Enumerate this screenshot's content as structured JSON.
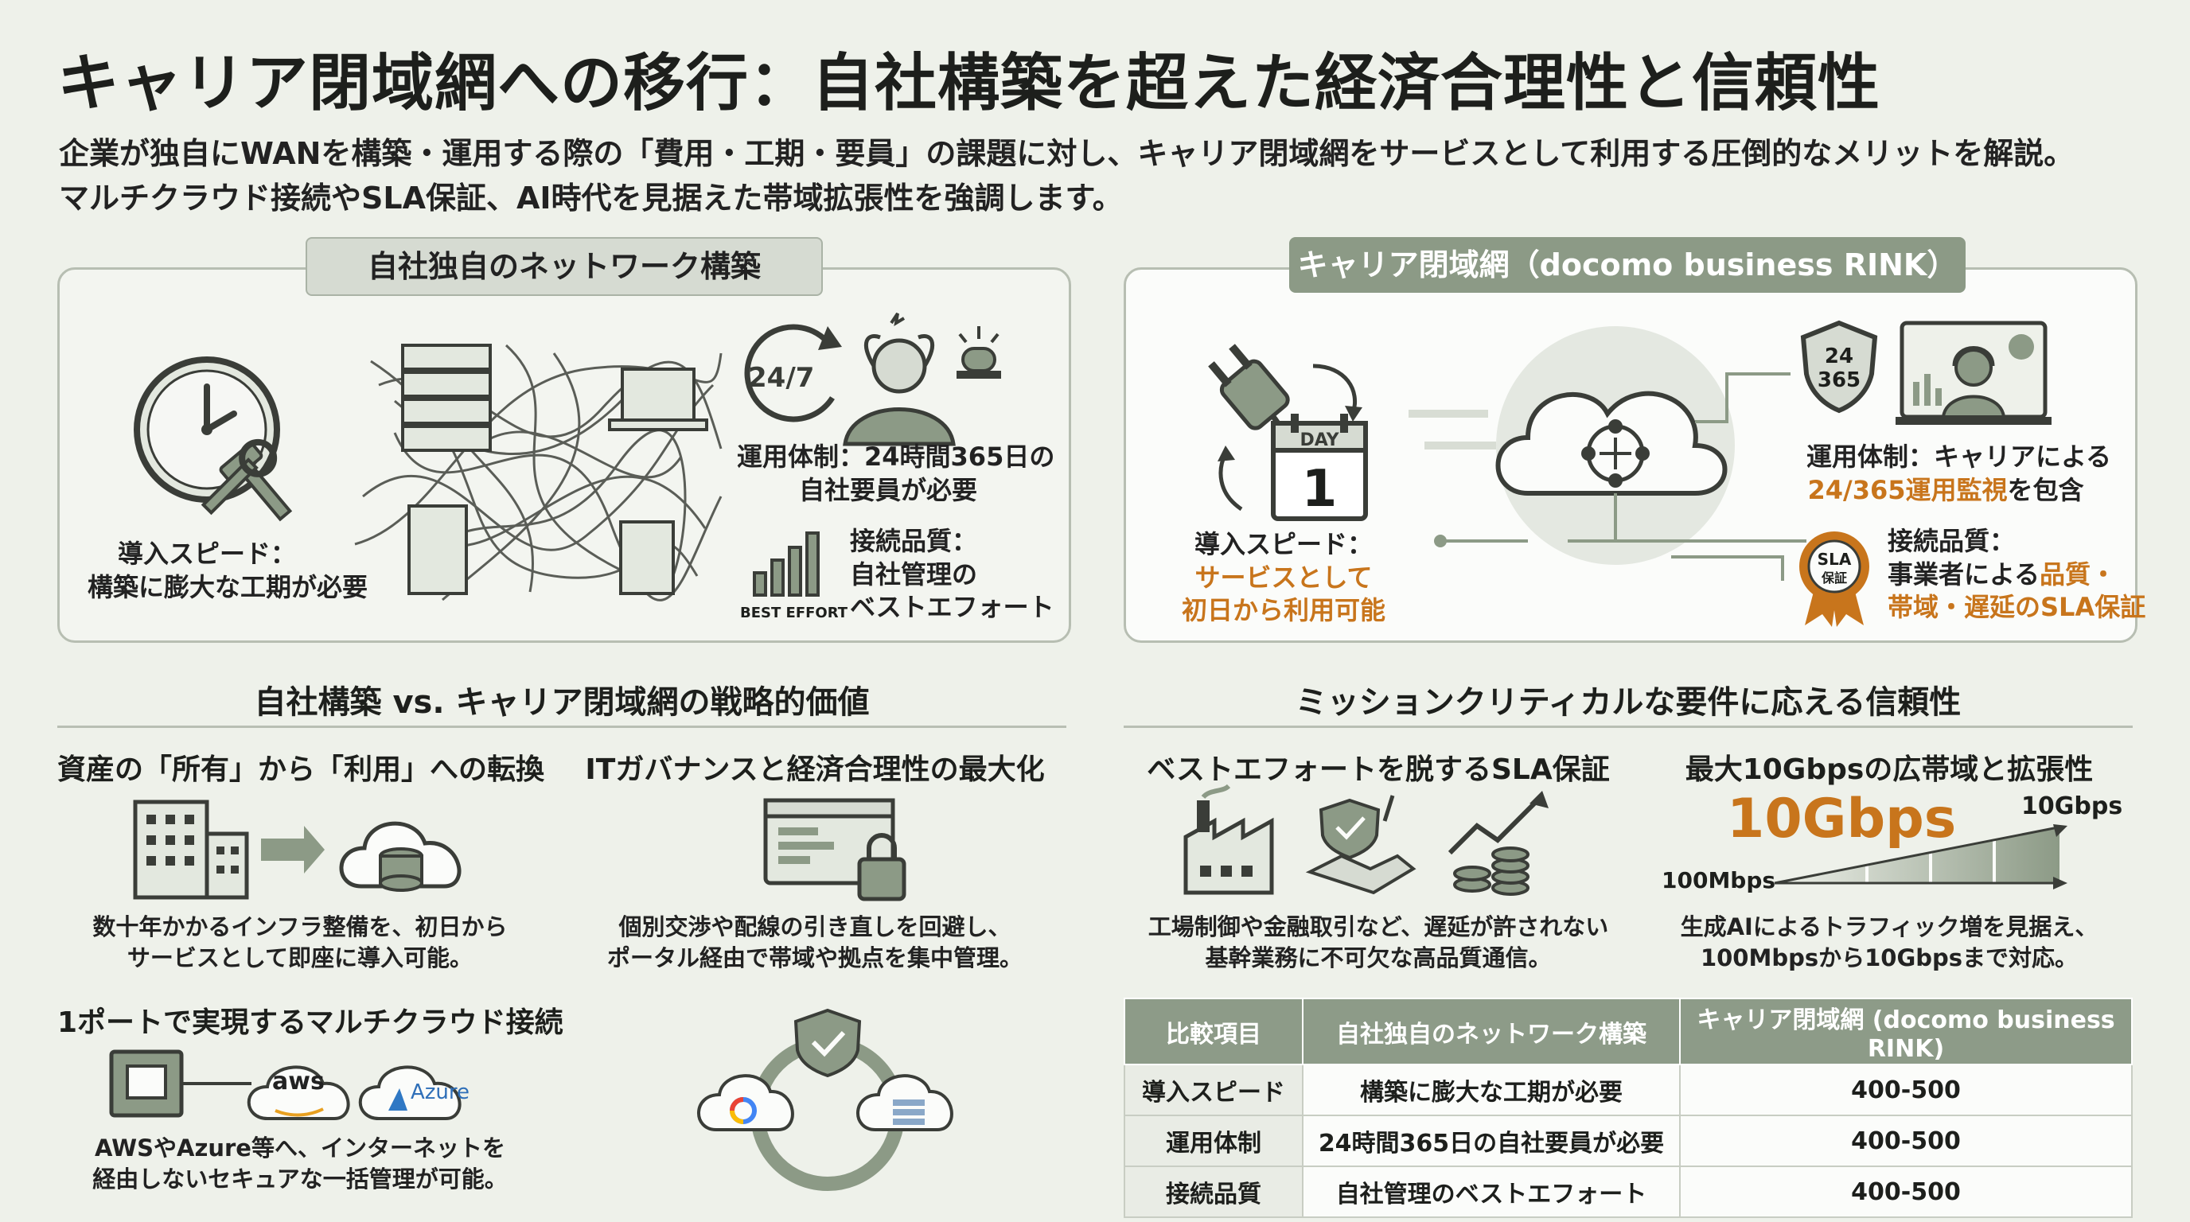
{
  "title": "キャリア閉域網への移行：自社構築を超えた経済合理性と信頼性",
  "subtitle_lines": [
    "企業が独自にWANを構築・運用する際の「費用・工期・要員」の課題に対し、キャリア閉域網をサービスとして利用する圧倒的なメリットを解説。",
    "マルチクラウド接続やSLA保証、AI時代を見据えた帯域拡張性を強調します。"
  ],
  "left_panel": {
    "tag": "自社独自のネットワーク構築",
    "speed": [
      "導入スピード：",
      "構築に膨大な工期が必要"
    ],
    "ops": [
      "運用体制：24時間365日の",
      "自社要員が必要"
    ],
    "quality": [
      "接続品質：",
      "自社管理の",
      "ベストエフォート"
    ],
    "clock_badge": "24/7",
    "best_effort": "BEST EFFORT"
  },
  "right_panel": {
    "tag": "キャリア閉域網（docomo business RINK）",
    "speed_label": "導入スピード：",
    "speed_highlight": [
      "サービスとして",
      "初日から利用可能"
    ],
    "ops_label": "運用体制：キャリアによる",
    "ops_highlight": "24/365運用監視",
    "ops_suffix": "を包含",
    "quality_label": "接続品質：",
    "quality_line2_prefix": "事業者による",
    "quality_line2_highlight": "品質・",
    "quality_line3_highlight": "帯域・遅延のSLA保証",
    "shield_text": [
      "24",
      "365"
    ],
    "calendar_top": "DAY",
    "calendar_num": "1",
    "sla_badge": [
      "SLA",
      "保証"
    ]
  },
  "section_left": {
    "title": "自社構築 vs. キャリア閉域網の戦略的価値",
    "card1": {
      "title": "資産の「所有」から「利用」への転換",
      "desc": [
        "数十年かかるインフラ整備を、初日から",
        "サービスとして即座に導入可能。"
      ]
    },
    "card2": {
      "title": "ITガバナンスと経済合理性の最大化",
      "desc": [
        "個別交渉や配線の引き直しを回避し、",
        "ポータル経由で帯域や拠点を集中管理。"
      ]
    },
    "card3": {
      "title": "1ポートで実現するマルチクラウド接続",
      "desc": [
        "AWSやAzure等へ、インターネットを",
        "経由しないセキュアな一括管理が可能。"
      ],
      "aws": "aws",
      "azure": "Azure"
    }
  },
  "section_right": {
    "title": "ミッションクリティカルな要件に応える信頼性",
    "card1": {
      "title": "ベストエフォートを脱するSLA保証",
      "desc": [
        "工場制御や金融取引など、遅延が許されない",
        "基幹業務に不可欠な高品質通信。"
      ]
    },
    "card2": {
      "title": "最大10Gbpsの広帯域と拡張性",
      "big": "10Gbps",
      "top": "10Gbps",
      "low": "100Mbps",
      "desc": [
        "生成AIによるトラフィック増を見据え、",
        "100Mbpsから10Gbpsまで対応。"
      ]
    }
  },
  "table": {
    "headers": [
      "比較項目",
      "自社独自のネットワーク構築",
      "キャリア閉域網 (docomo business RINK)"
    ],
    "rows": [
      [
        "導入スピード",
        "構築に膨大な工期が必要",
        "400-500"
      ],
      [
        "運用体制",
        "24時間365日の自社要員が必要",
        "400-500"
      ],
      [
        "接続品質",
        "自社管理のベストエフォート",
        "400-500"
      ]
    ]
  },
  "colors": {
    "sage": "#8c9a86",
    "orange": "#c8751c",
    "ink": "#3a3d38"
  }
}
